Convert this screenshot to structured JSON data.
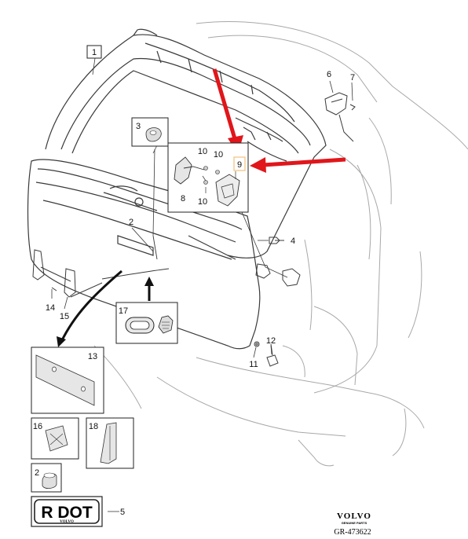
{
  "callouts": {
    "c1": "1",
    "c2": "2",
    "c2b": "2",
    "c3": "3",
    "c4": "4",
    "c5": "5",
    "c6": "6",
    "c7": "7",
    "c8": "8",
    "c9": "9",
    "c10a": "10",
    "c10b": "10",
    "c10c": "10",
    "c11": "11",
    "c12": "12",
    "c13": "13",
    "c14": "14",
    "c15": "15",
    "c16": "16",
    "c17": "17",
    "c18": "18"
  },
  "badge": {
    "text": "R DOT",
    "brand": "VOLVO"
  },
  "footer": {
    "brand": "VOLVO",
    "tagline": "GENUINE PARTS",
    "code": "GR-473622"
  },
  "colors": {
    "arrow": "#e0161b",
    "line": "#3a3a3a",
    "light_line": "#9a9a9a",
    "highlight": "#f2c27a"
  }
}
